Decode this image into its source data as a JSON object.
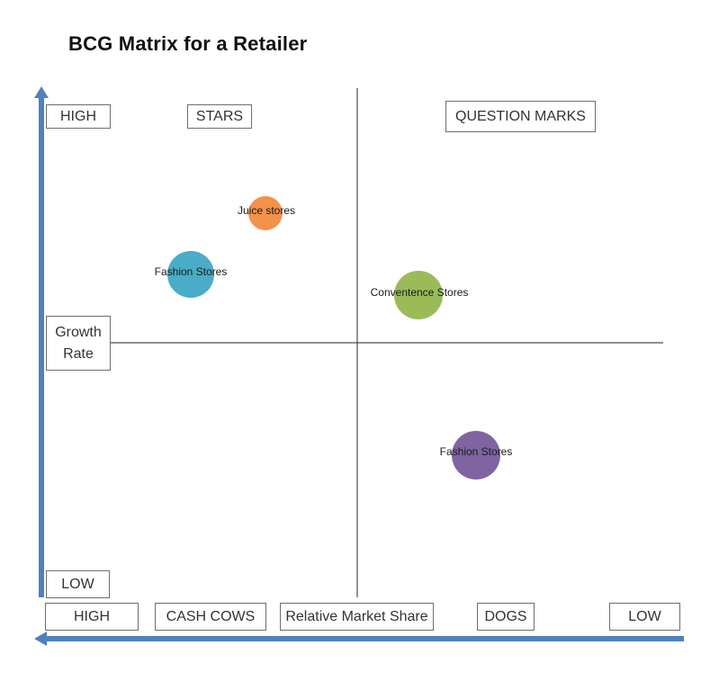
{
  "title": "BCG Matrix for a Retailer",
  "y_axis": {
    "label": "Growth\nRate",
    "high": "HIGH",
    "low": "LOW"
  },
  "x_axis": {
    "label": "Relative Market Share",
    "high": "HIGH",
    "low": "LOW"
  },
  "quadrants": {
    "top_left": "STARS",
    "top_right": "QUESTION MARKS",
    "bottom_left": "CASH COWS",
    "bottom_right": "DOGS"
  },
  "bubbles": [
    {
      "label": "Juice stores",
      "color": "#f4914a",
      "quadrant": "STARS"
    },
    {
      "label": "Fashion Stores",
      "color": "#4aacc6",
      "quadrant": "STARS"
    },
    {
      "label": "Conventence Stores",
      "color": "#9bbb58",
      "quadrant": "QUESTION MARKS"
    },
    {
      "label": "Fashion Stores",
      "color": "#8064a2",
      "quadrant": "DOGS"
    }
  ],
  "colors": {
    "axis_arrow": "#4f81bd",
    "divider": "#4d4d4d",
    "box_border": "#6e6e6e"
  }
}
